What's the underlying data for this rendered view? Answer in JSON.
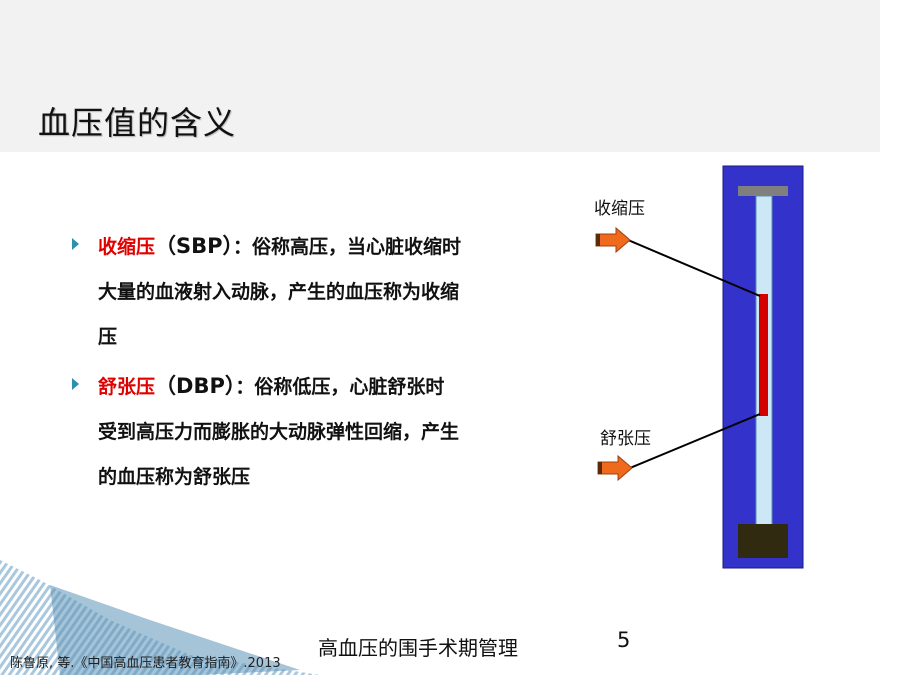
{
  "slide": {
    "title": "血压值的含义",
    "page_number": "5",
    "footer_title": "高血压的围手术期管理",
    "citation": "陈鲁原, 等.《中国高血压患者教育指南》.2013"
  },
  "bullets": [
    {
      "term": "收缩压",
      "abbr": "（SBP）",
      "line1": "：俗称高压，当心脏收缩时",
      "line2": "大量的血液射入动脉，产生的血压称为收缩",
      "line3": "压"
    },
    {
      "term": "舒张压",
      "abbr": "（DBP）",
      "line1": "：俗称低压，心脏舒张时",
      "line2": "受到高压力而膨胀的大动脉弹性回缩，产生",
      "line3": "的血压称为舒张压"
    }
  ],
  "diagram": {
    "label_systolic": "收缩压",
    "label_diastolic": "舒张压",
    "colors": {
      "frame": "#3333cc",
      "tube": "#cce8f6",
      "mercury": "#d40000",
      "arrow": "#f06a1e",
      "cap": "#7f7f7f",
      "reservoir": "#2f2a10"
    }
  }
}
